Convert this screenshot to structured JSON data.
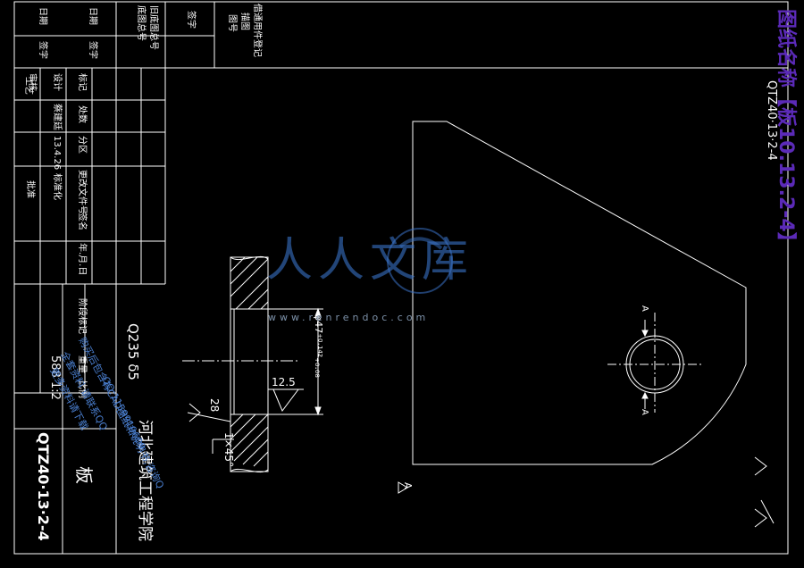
{
  "colors": {
    "background": "#000000",
    "line": "#ffffff",
    "title_block_purple": "#5b2ab8",
    "watermark_blue": "#3a73c8",
    "watermark_grey": "#7c90a8",
    "note_blue": "#4a7fd0"
  },
  "drawing_number_purple": "图纸名称【板10.13.2-4】",
  "drawing_number_white": "QTZ40·13·2-4",
  "material": "Q235 δ5",
  "school": "河北建筑工程学院",
  "part_name": "板",
  "scale_mass": "588 1:2",
  "top_strip": {
    "col1": [
      "日期",
      "签字"
    ],
    "col2": [
      "底图总号",
      "旧底图总号"
    ],
    "col3": [
      "签字",
      "借通用件登记"
    ],
    "col4": [
      "描图",
      "图号"
    ]
  },
  "title_block": {
    "r1": [
      "标记",
      "处数",
      "分区",
      "更改文件号",
      "签名",
      "年.月.日"
    ],
    "r2": [
      "设计",
      "蔡建廷",
      "13.4.26",
      "标准化"
    ],
    "r3": [
      "审核",
      "工艺"
    ],
    "r4": [
      "批准"
    ],
    "r5": [
      "阶段标记",
      "重量",
      "比例"
    ]
  },
  "dimensions": {
    "hole_diameter": "φ47⁺⁰·¹⁴²₊₀.₀₈",
    "roughness_inner": "12.5",
    "chamfer_angle": "28",
    "chamfer_size": "1×45°",
    "section_label_top": "A",
    "section_label_bottom": "A",
    "view_label": "A"
  },
  "watermark": {
    "brand": "人人文库",
    "site": "www.renrendoc.com"
  },
  "notes": [
    "购买后包含有CAD图纸和说明书,咨询Q",
    "QQ:1159919609",
    "全套资料 请联系QQ",
    "更多资料请下载"
  ]
}
